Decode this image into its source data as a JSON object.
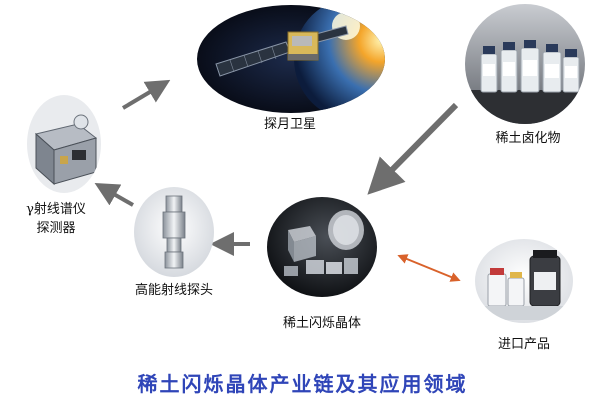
{
  "nodes": {
    "satellite": {
      "label": "探月卫星"
    },
    "rare_earth_compound": {
      "label": "稀土卤化物"
    },
    "gamma_detector": {
      "label_line1": "γ射线谱仪",
      "label_line2": "探测器"
    },
    "probe": {
      "label": "高能射线探头"
    },
    "crystal": {
      "label": "稀土闪烁晶体"
    },
    "imports": {
      "label": "进口产品"
    }
  },
  "title": "稀土闪烁晶体产业链及其应用领域",
  "colors": {
    "title": "#2f45b8",
    "arrow_gray": "#6e6e6e",
    "arrow_orange": "#d9622b"
  }
}
